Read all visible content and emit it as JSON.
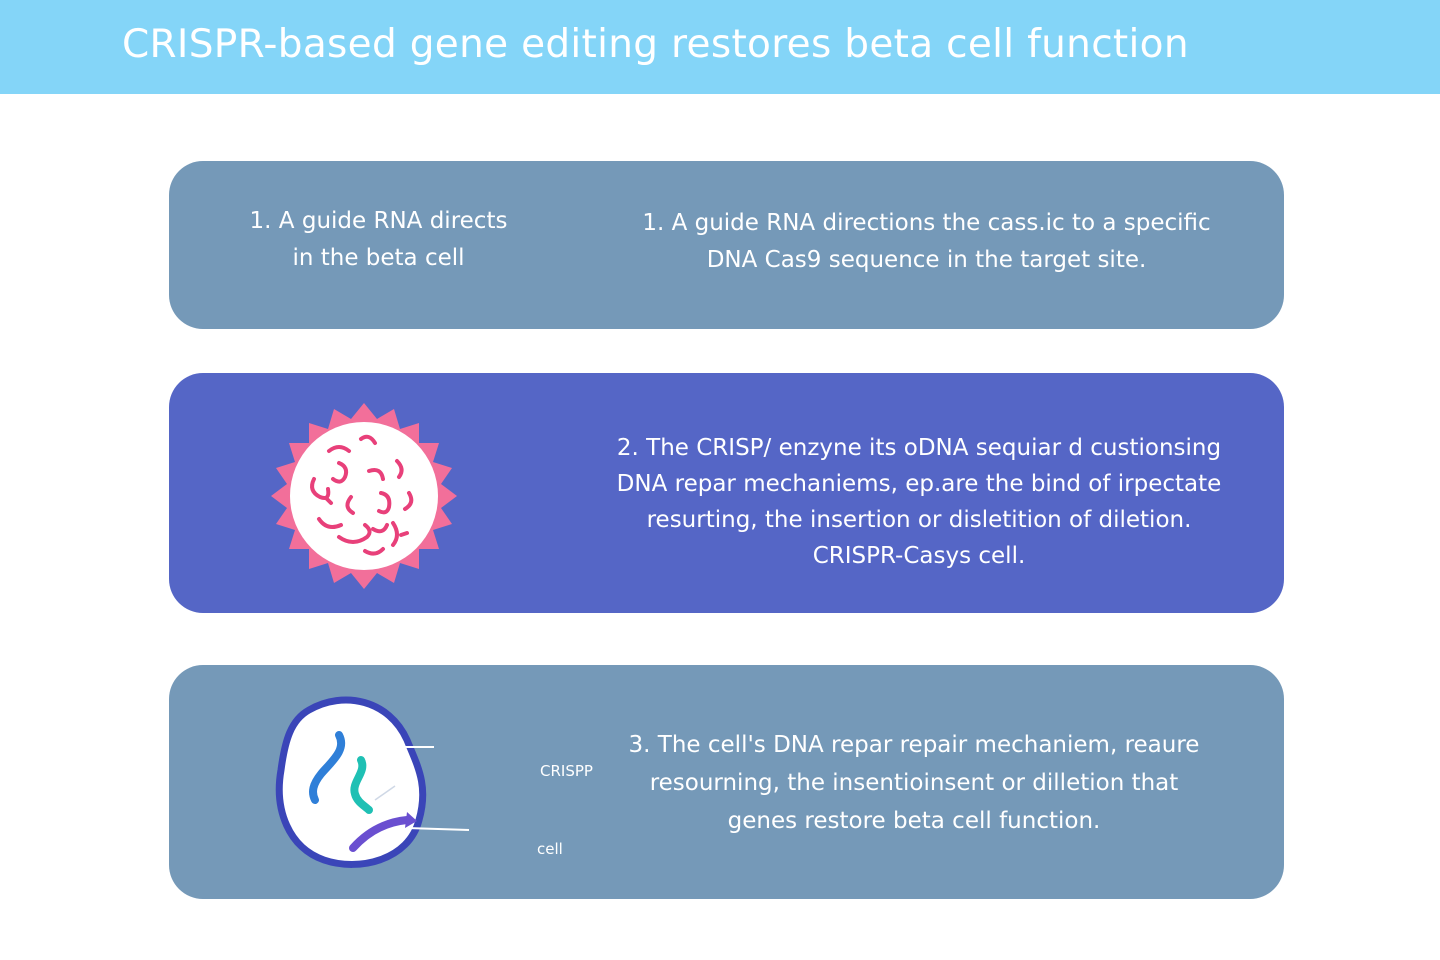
{
  "header": {
    "title": "CRISPR-based gene editing restores beta cell function",
    "color": "#84d5f8"
  },
  "steps": [
    {
      "left_lines": [
        "1. A guide RNA directs",
        "in the beta cell"
      ],
      "right_lines": [
        "1.  A guide RNA directions the cass.ic to a specific",
        "DNA Cas9 sequence in the target site."
      ],
      "color": "#7599b8"
    },
    {
      "right_lines": [
        "2.  The CRISP/ enzyne its oDNA sequiar d custionsing",
        "DNA repar mechaniems, ep.are the bind of irpectate",
        "resurting, the insertion or disletition of diletion.",
        "CRISPR-Casys cell."
      ],
      "color": "#5566c6",
      "icon": "beta-cell-dna-icon"
    },
    {
      "right_lines": [
        "3.  The cell's DNA repar repair mechaniem, reaure",
        "resourning, the insentioinsent or dilletion that",
        "genes restore beta cell function."
      ],
      "labels": {
        "crispr": "CRISPP",
        "cell": "cell"
      },
      "color": "#7599b8",
      "icon": "cell-edit-icon"
    }
  ],
  "colors": {
    "cell_spikes": "#f26f9a",
    "cell_body": "#fbe6ee",
    "dna_strand": "#e8407a",
    "cell_outline": "#3a45b8",
    "strand_blue": "#2f7fd8",
    "strand_teal": "#1fc0b4",
    "strand_purple": "#6a4fd0"
  }
}
